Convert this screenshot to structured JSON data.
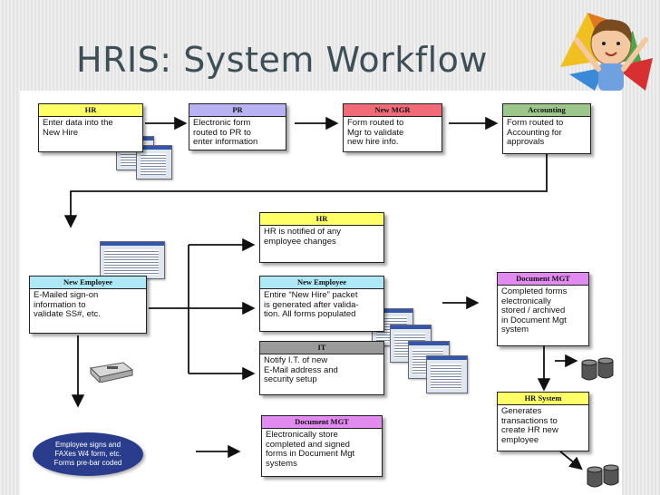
{
  "title": "HRIS: System Workflow",
  "boxes": {
    "hr_top": {
      "header": "HR",
      "text": "Enter data into the\nNew Hire"
    },
    "pr": {
      "header": "PR",
      "text": "Electronic form\nrouted to PR to\nenter information"
    },
    "new_mgr": {
      "header": "New MGR",
      "text": "Form routed to\nMgr to validate\nnew hire info."
    },
    "accounting": {
      "header": "Accounting",
      "text": "Form routed to\nAccounting for\napprovals"
    },
    "hr_notify": {
      "header": "HR",
      "text": "HR is notified of any\nemployee changes"
    },
    "new_employee_left": {
      "header": "New Employee",
      "text": "E-Mailed sign-on\ninformation to\nvalidate SS#, etc."
    },
    "new_employee_mid": {
      "header": "New Employee",
      "text": "Entire “New Hire” packet\nis generated after valida-\ntion.  All forms populated"
    },
    "it": {
      "header": "IT",
      "text": "Notify I.T. of new\nE-Mail address and\nsecurity setup"
    },
    "doc_mgt_right": {
      "header": "Document MGT",
      "text": "Completed forms\nelectronically\nstored / archived\nin Document Mgt\nsystem"
    },
    "hr_system": {
      "header": "HR System",
      "text": "Generates\ntransactions to\ncreate HR new\nemployee"
    },
    "doc_mgt_bottom": {
      "header": "Document MGT",
      "text": "Electronically store\ncompleted and signed\nforms in Document Mgt\nsystems"
    }
  },
  "oval": {
    "text": "Employee signs and\nFAXes W4 form, etc.\nForms pre-bar coded"
  },
  "colors": {
    "hr": "#ffff66",
    "pr": "#b9b2f2",
    "new_mgr": "#f06a78",
    "accounting": "#9cc68a",
    "new_employee": "#aee8f6",
    "it": "#9a9a9a",
    "document_mgt": "#e18bf0",
    "oval": "#2a3d8c"
  },
  "icons": [
    "form-screenshot-icon",
    "fax-machine-icon",
    "database-icon",
    "cartoon-mascot"
  ]
}
